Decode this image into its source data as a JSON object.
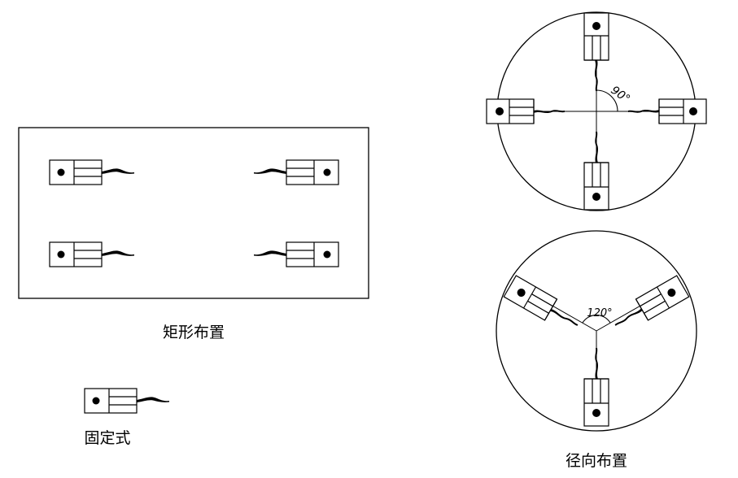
{
  "labels": {
    "rect_layout": "矩形布置",
    "fixed_type": "固定式",
    "radial_layout": "径向布置",
    "angle_90": "90°",
    "angle_120": "120°"
  },
  "colors": {
    "stroke": "#000000",
    "background": "#ffffff"
  }
}
